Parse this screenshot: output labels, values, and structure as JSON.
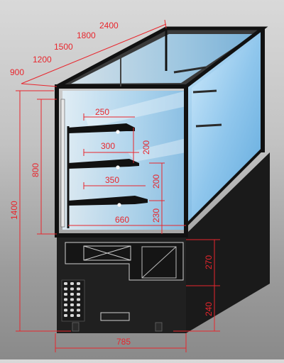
{
  "colors": {
    "background_top": "#d9d9d9",
    "background_bottom": "#8a8a8a",
    "frame": "#111111",
    "body": "#1b1b1b",
    "glass": "#8fc8ee",
    "glass_light": "#d8eefb",
    "dimension": "#e8262d"
  },
  "dimensions": {
    "lengths": [
      "2400",
      "1800",
      "1500",
      "1200",
      "900"
    ],
    "shelf_depths": [
      "250",
      "300",
      "350"
    ],
    "shelf_spacing": [
      "200",
      "200",
      "230"
    ],
    "base_depth": "660",
    "total_height": "1400",
    "display_height": "800",
    "cabinet_height": "270",
    "lower_height": "240",
    "width": "785"
  }
}
